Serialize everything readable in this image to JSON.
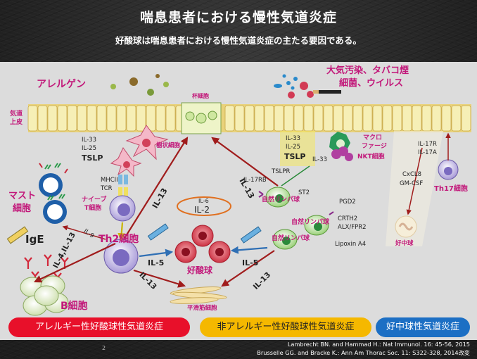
{
  "title": "喘息患者における慢性気道炎症",
  "subtitle": "好酸球は喘息患者における慢性気道炎症の主たる要因である。",
  "labels": {
    "allergen": "アレルゲン",
    "airway_epithelium_1": "気道",
    "airway_epithelium_2": "上皮",
    "goblet_cell": "杯細胞",
    "dendritic_cell": "樹状細胞",
    "il33_left": "IL-33",
    "il25_left": "IL-25",
    "tslp_left": "TSLP",
    "mhcii": "MHCII",
    "tcr": "TCR",
    "naive_t_1": "ナイーブ",
    "naive_t_2": "T細胞",
    "mast_cell_1": "マスト",
    "mast_cell_2": "細胞",
    "il9": "IL-9",
    "ige": "IgE",
    "th2_cell": "Th2細胞",
    "il4_il13": "IL-4,IL-13",
    "b_cell": "B細胞",
    "il13_left_up": "IL-13",
    "il13_right_up": "IL-13",
    "il6": "IL-6",
    "il2": "IL-2",
    "il5_left": "IL-5",
    "il5_right": "IL-5",
    "eosinophil": "好酸球",
    "il13_bottom_left": "IL-13",
    "il13_bottom_right": "IL-13",
    "smooth_muscle": "平滑筋細胞",
    "pollution_1": "大気汚染、タバコ煙",
    "pollution_2": "細菌、ウイルス",
    "il33_mid": "IL-33",
    "il25_mid": "IL-25",
    "tslp_mid": "TSLP",
    "il33_nkt": "IL-33",
    "macrophage_1": "マクロ",
    "macrophage_2": "ファージ",
    "nkt_cell": "NKT細胞",
    "tslpr": "TSLPR",
    "il17rb": "IL-17RB",
    "st2": "ST2",
    "ilc_1": "自然リンパ球",
    "ilc_2": "自然リンパ球",
    "ilc_3": "自然リンパ球",
    "pgd2": "PGD2",
    "crth2": "CRTH2",
    "alx": "ALX/FPR2",
    "lipoxin": "Lipoxin A4",
    "il17r": "IL-17R",
    "il17a": "IL-17A",
    "cxcl8": "CxCL8",
    "gmcsf": "GM-CSF",
    "th17": "Th17細胞",
    "neutrophil": "好中球"
  },
  "categories": {
    "allergic": "アレルギー性好酸球性気道炎症",
    "non_allergic": "非アレルギー性好酸球性気道炎症",
    "neutrophilic": "好中球性気道炎症"
  },
  "references": {
    "ref1": "Lambrecht BN. and Hammad H.: Nat Immunol. 16: 45-56, 2015",
    "ref2": "Brusselle GG. and Bracke K.: Ann Am Thorac Soc. 11: S322-328, 2014改変"
  },
  "page_number": "2",
  "colors": {
    "panel": "#dcdcdc",
    "magenta": "#c2187a",
    "arrow_red": "#a01c1c",
    "cell_yellow": "#f4efb4",
    "eosinophil_red": "#d83a4a",
    "pill_red": "#e8102a",
    "pill_yellow": "#f5b800",
    "pill_blue": "#1c6fc4"
  }
}
